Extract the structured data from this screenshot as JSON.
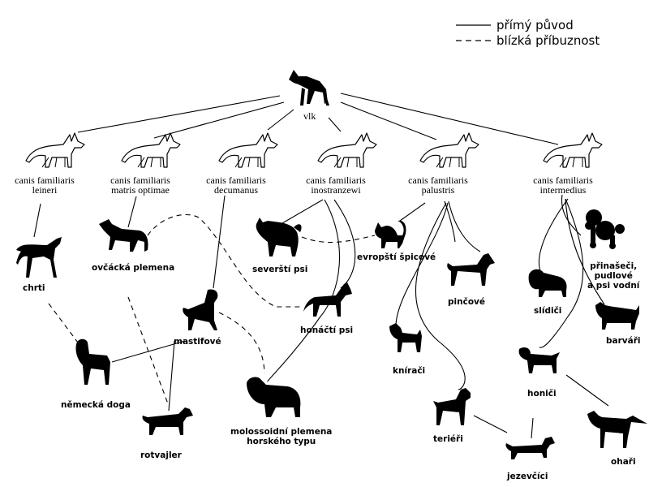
{
  "legend": {
    "solid_label": "přímý původ",
    "dashed_label": "blízká příbuznost"
  },
  "root": {
    "label": "vlk",
    "icon": "wolf-icon"
  },
  "subspecies": [
    {
      "line1": "canis familiaris",
      "line2": "leineri"
    },
    {
      "line1": "canis familiaris",
      "line2": "matris optimae"
    },
    {
      "line1": "canis familiaris",
      "line2": "decumanus"
    },
    {
      "line1": "canis familiaris",
      "line2": "inostranzewi"
    },
    {
      "line1": "canis familiaris",
      "line2": "palustris"
    },
    {
      "line1": "canis familiaris",
      "line2": "intermedius"
    }
  ],
  "breeds": {
    "chrti": "chrti",
    "ovcacka": "ovčácká plemena",
    "severstipsi": "severští psi",
    "spicove": "evropští špicové",
    "pincove": "pinčové",
    "prinaseci": [
      "přinašeči,",
      "pudlové",
      "a psi vodní"
    ],
    "slidici": "slídiči",
    "barvari": "barváři",
    "mastifove": "mastifové",
    "honactipsi": "honáčtí psi",
    "knirači": "knírači",
    "honici": "honiči",
    "nemeckadoga": "německá doga",
    "molossoidni": [
      "molossoidní plemena",
      "horského typu"
    ],
    "rotvajler": "rotvajler",
    "terieri": "teriéři",
    "jezevcici": "jezevčíci",
    "ohari": "ohaři"
  }
}
